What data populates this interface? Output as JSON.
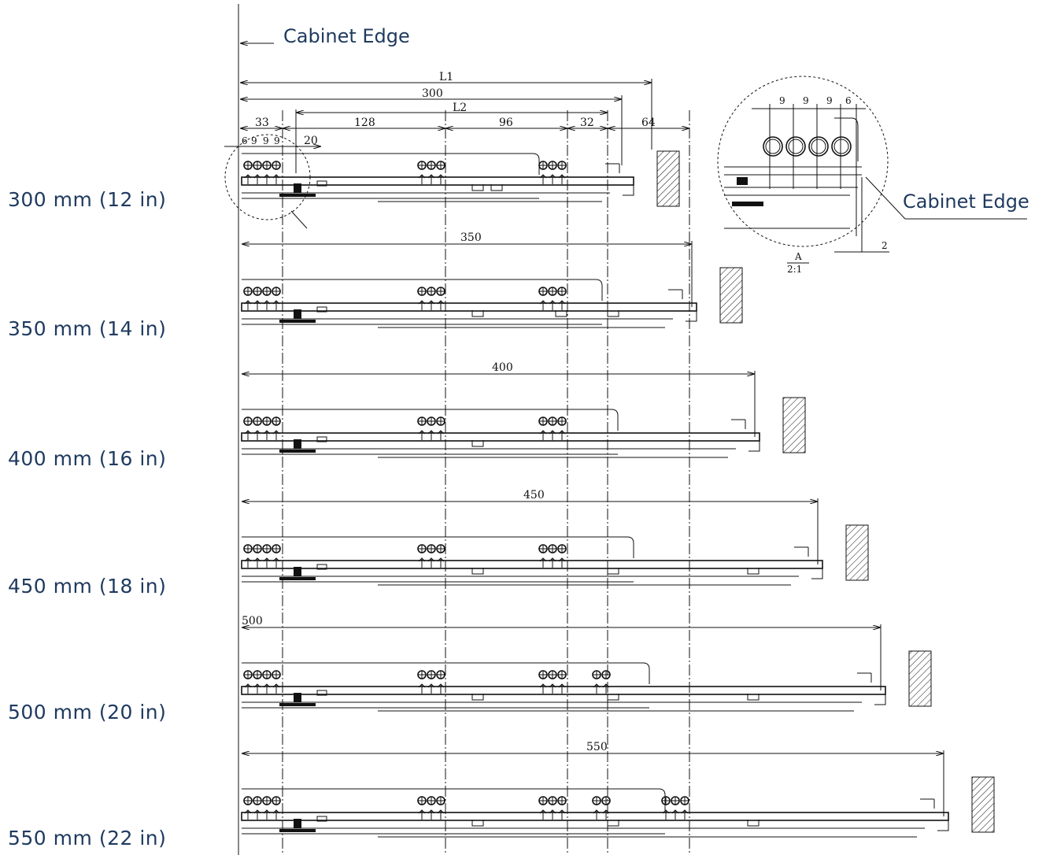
{
  "cabinet_edge_label": "Cabinet Edge",
  "detail": {
    "cabinet_edge_label": "Cabinet Edge",
    "view_letter": "A",
    "scale": "2:1",
    "dims": [
      "9",
      "9",
      "9",
      "6",
      "2"
    ]
  },
  "top_dims": {
    "l1": "L1",
    "d300": "300",
    "l2": "L2",
    "d33": "33",
    "d128": "128",
    "d96": "96",
    "d32": "32",
    "d64": "64",
    "d20": "20",
    "small": [
      "6",
      "9",
      "9",
      "9"
    ]
  },
  "slides": [
    {
      "label": "300 mm (12 in)",
      "length": "300"
    },
    {
      "label": "350 mm (14 in)",
      "length": "350"
    },
    {
      "label": "400 mm (16 in)",
      "length": "400"
    },
    {
      "label": "450 mm (18 in)",
      "length": "450"
    },
    {
      "label": "500 mm (20 in)",
      "length": "500"
    },
    {
      "label": "550 mm (22 in)",
      "length": "550"
    }
  ]
}
